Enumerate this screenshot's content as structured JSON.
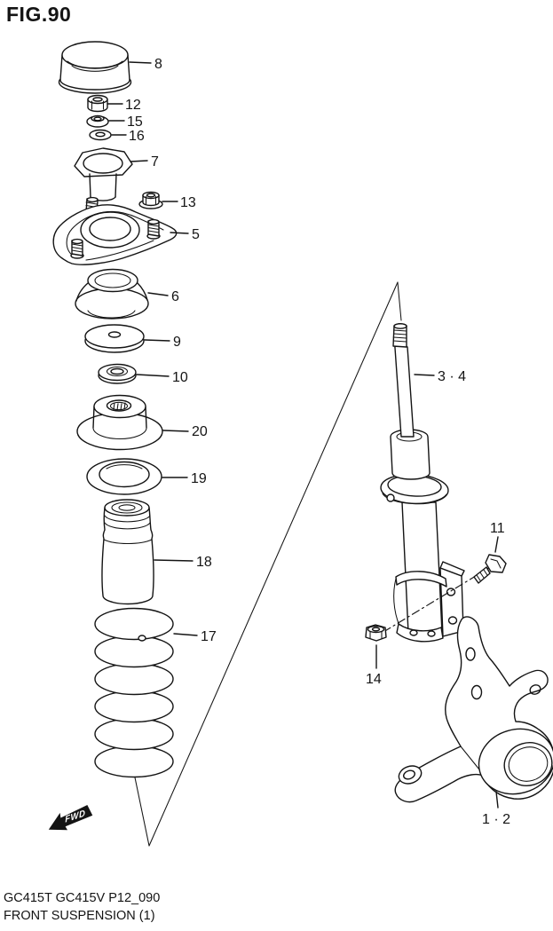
{
  "figure": {
    "title": "FIG.90"
  },
  "footer": {
    "code_line": "GC415T GC415V P12_090",
    "title_line": "FRONT SUSPENSION (1)"
  },
  "direction": {
    "fwd_label": "FWD"
  },
  "colors": {
    "line": "#141414",
    "background": "#ffffff"
  },
  "callouts": {
    "c8": "8",
    "c12": "12",
    "c15": "15",
    "c16": "16",
    "c7": "7",
    "c13": "13",
    "c5": "5",
    "c6": "6",
    "c9": "9",
    "c10": "10",
    "c20": "20",
    "c19": "19",
    "c18": "18",
    "c17": "17",
    "c3_4": "3 · 4",
    "c11": "11",
    "c14": "14",
    "c1_2": "1 · 2"
  }
}
